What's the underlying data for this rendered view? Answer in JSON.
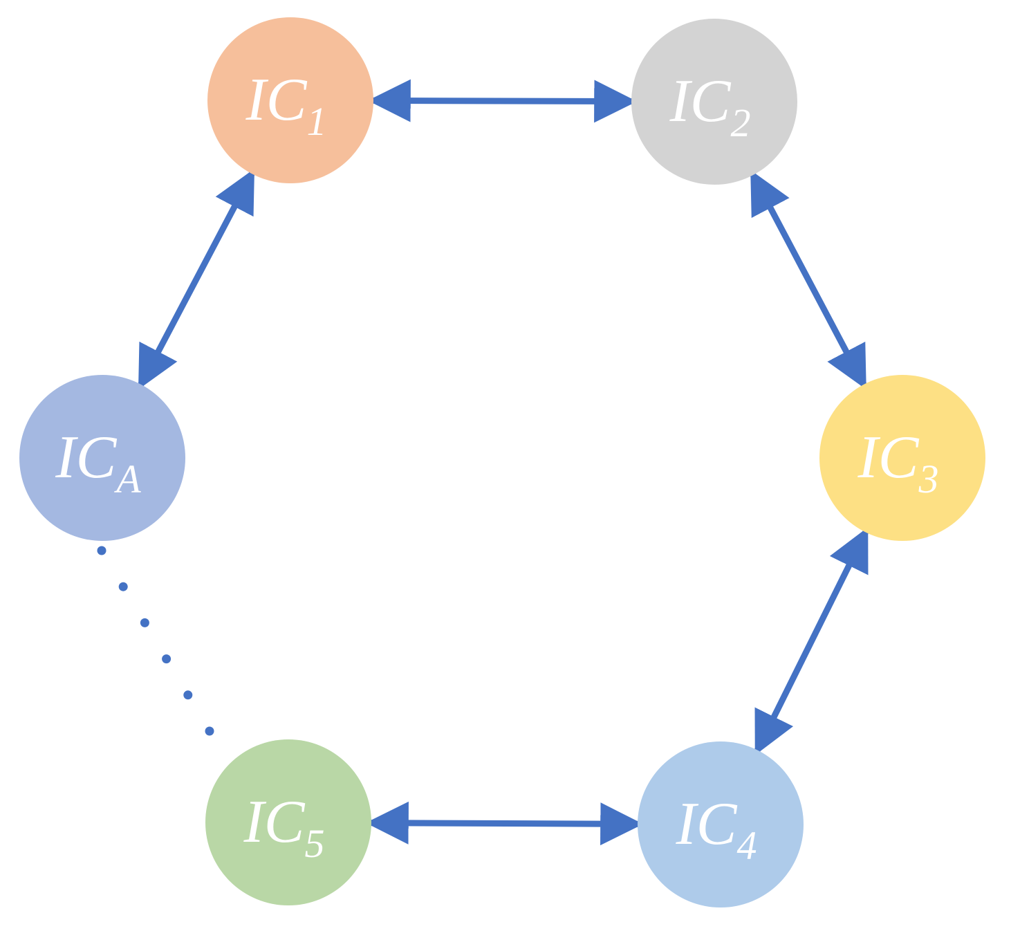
{
  "diagram": {
    "colors": {
      "arrow": "#4472C4",
      "dots": "#4472C4",
      "label": "#FFFFFF"
    },
    "nodes": [
      {
        "id": "ic1",
        "main": "IC",
        "sub": "1",
        "color": "#F6BF9B"
      },
      {
        "id": "ic2",
        "main": "IC",
        "sub": "2",
        "color": "#D3D3D3"
      },
      {
        "id": "ic3",
        "main": "IC",
        "sub": "3",
        "color": "#FDE084"
      },
      {
        "id": "ic4",
        "main": "IC",
        "sub": "4",
        "color": "#AECBEA"
      },
      {
        "id": "ic5",
        "main": "IC",
        "sub": "5",
        "color": "#B9D7A6"
      },
      {
        "id": "icA",
        "main": "IC",
        "sub": "A",
        "color": "#A4B8E1"
      }
    ],
    "edges": [
      {
        "from": "ic1",
        "to": "ic2",
        "bidirectional": true
      },
      {
        "from": "ic2",
        "to": "ic3",
        "bidirectional": true
      },
      {
        "from": "ic3",
        "to": "ic4",
        "bidirectional": true
      },
      {
        "from": "ic4",
        "to": "ic5",
        "bidirectional": true
      },
      {
        "from": "ic1",
        "to": "icA",
        "bidirectional": true
      }
    ],
    "ellipsis_edge": {
      "from": "icA",
      "to": "ic5"
    }
  }
}
